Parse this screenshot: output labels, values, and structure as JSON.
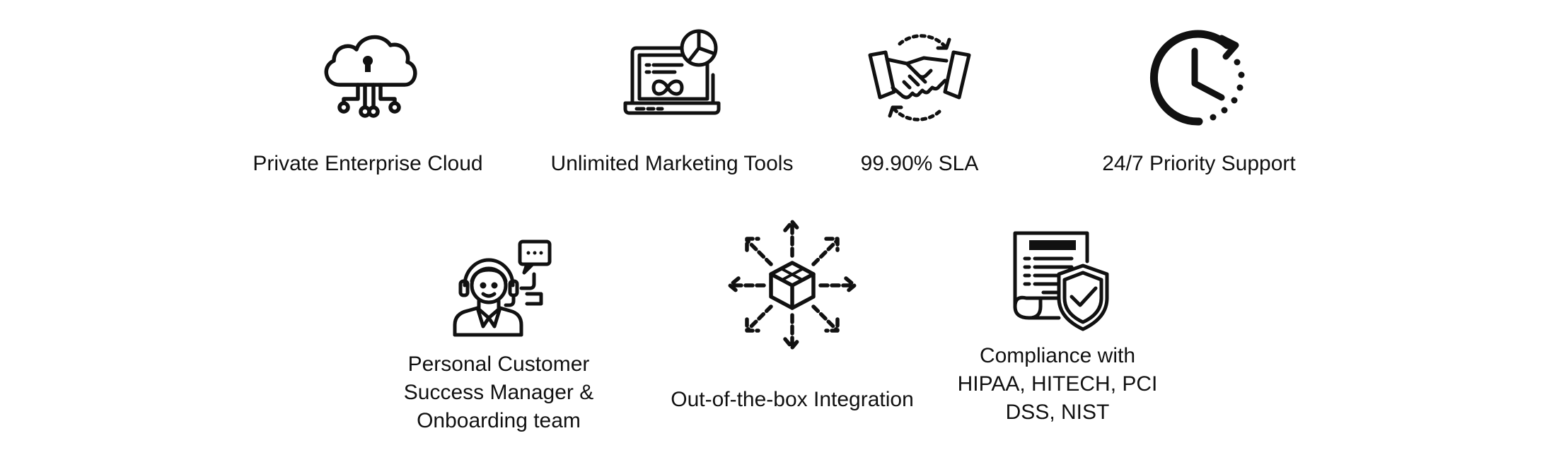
{
  "features": [
    {
      "label": "Private Enterprise Cloud",
      "icon": "cloud-lock-icon"
    },
    {
      "label": "Unlimited Marketing Tools",
      "icon": "laptop-chart-icon"
    },
    {
      "label": "99.90% SLA",
      "icon": "handshake-icon"
    },
    {
      "label": "24/7 Priority Support",
      "icon": "clock-icon"
    },
    {
      "label_lines": [
        "Personal Customer",
        "Success Manager &",
        "Onboarding team"
      ],
      "icon": "support-agent-icon"
    },
    {
      "label": "Out-of-the-box Integration",
      "icon": "box-arrows-icon"
    },
    {
      "label_lines": [
        "Compliance with",
        "HIPAA, HITECH, PCI",
        "DSS, NIST"
      ],
      "icon": "document-shield-icon"
    }
  ],
  "colors": {
    "icon_stroke": "#111111",
    "text": "#111111",
    "background": "#ffffff"
  }
}
